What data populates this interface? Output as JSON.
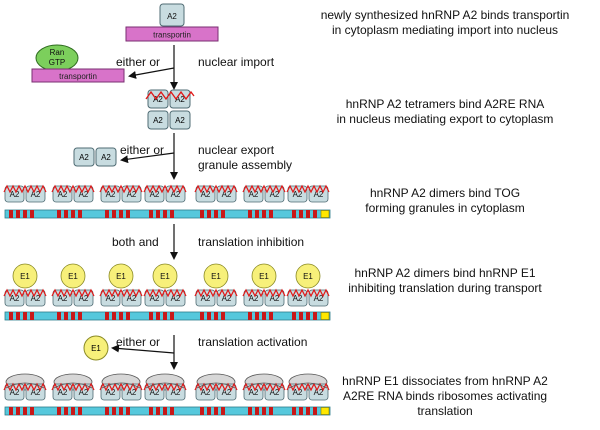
{
  "labels": {
    "a2": "A2",
    "e1": "E1",
    "transportin": "transportin",
    "ran": "Ran",
    "gtp": "GTP"
  },
  "steps": [
    {
      "left_label": "either or",
      "right_label": "nuclear import",
      "right_label_2": ""
    },
    {
      "left_label": "either or",
      "right_label": "nuclear export",
      "right_label_2": "granule assembly"
    },
    {
      "left_label": "both and",
      "right_label": "translation inhibition",
      "right_label_2": ""
    },
    {
      "left_label": "either or",
      "right_label": "translation activation",
      "right_label_2": ""
    }
  ],
  "descriptions": [
    [
      "newly synthesized hnRNP A2 binds transportin",
      "in cytoplasm mediating import into nucleus"
    ],
    [
      "hnRNP A2 tetramers bind A2RE RNA",
      "in nucleus mediating export to cytoplasm"
    ],
    [
      "hnRNP A2 dimers bind TOG",
      "forming granules in cytoplasm"
    ],
    [
      "hnRNP A2 dimers bind hnRNP E1",
      "inhibiting translation during transport"
    ],
    [
      "hnRNP E1 dissociates from hnRNP A2",
      "A2RE RNA binds ribosomes activating",
      "translation"
    ]
  ],
  "colors": {
    "a2_fill": "#c8dce0",
    "a2_stroke": "#4f6b73",
    "transportin_fill": "#d873c9",
    "ran_fill": "#7ccf5c",
    "e1_fill": "#f7f07a",
    "rna_fill": "#56c8dc",
    "rna_block": "#c81818",
    "rna_end": "#ffe800",
    "red_wave": "#e01818",
    "ribosome_fill": "#d7d7d7"
  }
}
